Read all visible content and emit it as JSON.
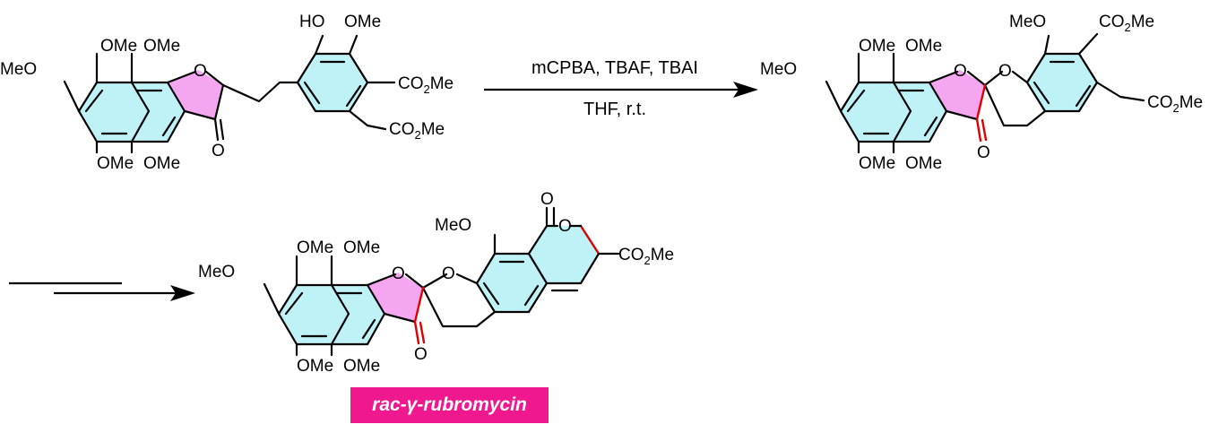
{
  "reaction": {
    "reagents": "mCPBA, TBAF, TBAI",
    "conditions": "THF, r.t.",
    "product_name": "rac-γ-rubromycin"
  },
  "labels": {
    "ome": "OMe",
    "meo": "MeO",
    "ho": "HO",
    "o": "O",
    "co2": "CO",
    "two": "2",
    "me": "Me"
  },
  "colors": {
    "aromatic_fill": "#bff2f6",
    "furanone_fill": "#f4a6f0",
    "new_bond": "#e00000",
    "badge": "#f0188f"
  }
}
